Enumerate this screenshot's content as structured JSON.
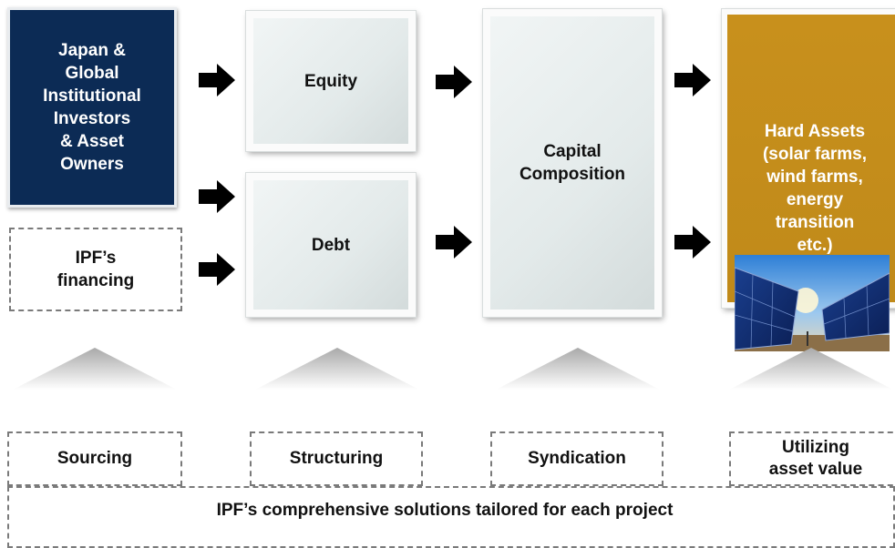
{
  "investors": {
    "label": "Japan & Global Institutional Investors & Asset Owners",
    "lines": [
      "Japan &",
      "Global",
      "Institutional",
      "Investors",
      "& Asset",
      "Owners"
    ]
  },
  "ipf_financing": {
    "lines": [
      "IPF’s",
      "financing"
    ]
  },
  "equity": {
    "label": "Equity"
  },
  "debt": {
    "label": "Debt"
  },
  "capital": {
    "lines": [
      "Capital",
      "Composition"
    ]
  },
  "hard_assets": {
    "lines": [
      "Hard Assets",
      "(solar farms,",
      "wind farms,",
      "energy",
      "transition",
      "etc.)"
    ]
  },
  "steps": {
    "sourcing": "Sourcing",
    "structuring": "Structuring",
    "syndication": "Syndication",
    "utilizing": [
      "Utilizing",
      "asset value"
    ]
  },
  "bottom": {
    "label": "IPF’s comprehensive solutions tailored for each project"
  },
  "colors": {
    "navy": "#0c2b55",
    "gold": "#c8901c",
    "light_gray_box": "#e3eaea",
    "dashed_border": "#7a7a7a",
    "arrow": "#000000"
  },
  "icons": {
    "flow_arrow": "right-arrow-icon",
    "solar_image": "solar-panels-image"
  }
}
